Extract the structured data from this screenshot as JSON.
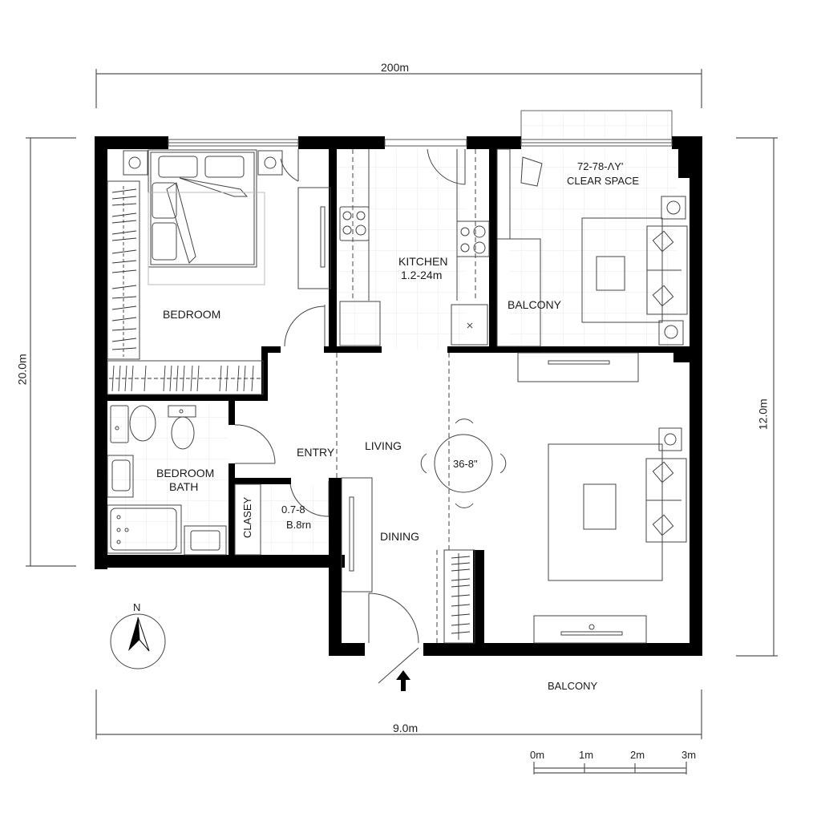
{
  "dimensions": {
    "top": "200m",
    "bottom": "9.0m",
    "left": "20.0m",
    "right": "12.0m"
  },
  "rooms": {
    "bedroom": {
      "label": "BEDROOM"
    },
    "kitchen": {
      "label": "KITCHEN",
      "size": "1.2-24m"
    },
    "clear_space": {
      "code": "72-78-ΛY'",
      "label": "CLEAR SPACE"
    },
    "balcony_upper": {
      "label": "BALCONY"
    },
    "bedroom_bath": {
      "line1": "BEDROOM",
      "line2": "BATH"
    },
    "entry": {
      "label": "ENTRY"
    },
    "living": {
      "label": "LIVING"
    },
    "dining": {
      "label": "DINING"
    },
    "closet": {
      "label": "CLASEY",
      "size1": "0.7-8",
      "size2": "B.8rn"
    },
    "dining_table": {
      "label": "36-8\""
    },
    "balcony_lower": {
      "label": "BALCONY"
    }
  },
  "compass": {
    "label": "N"
  },
  "scale_bar": {
    "ticks": [
      "0m",
      "1m",
      "2m",
      "3m"
    ]
  },
  "colors": {
    "wall": "#000000",
    "line": "#555555",
    "grid": "#e6e6e6",
    "background": "#ffffff"
  }
}
